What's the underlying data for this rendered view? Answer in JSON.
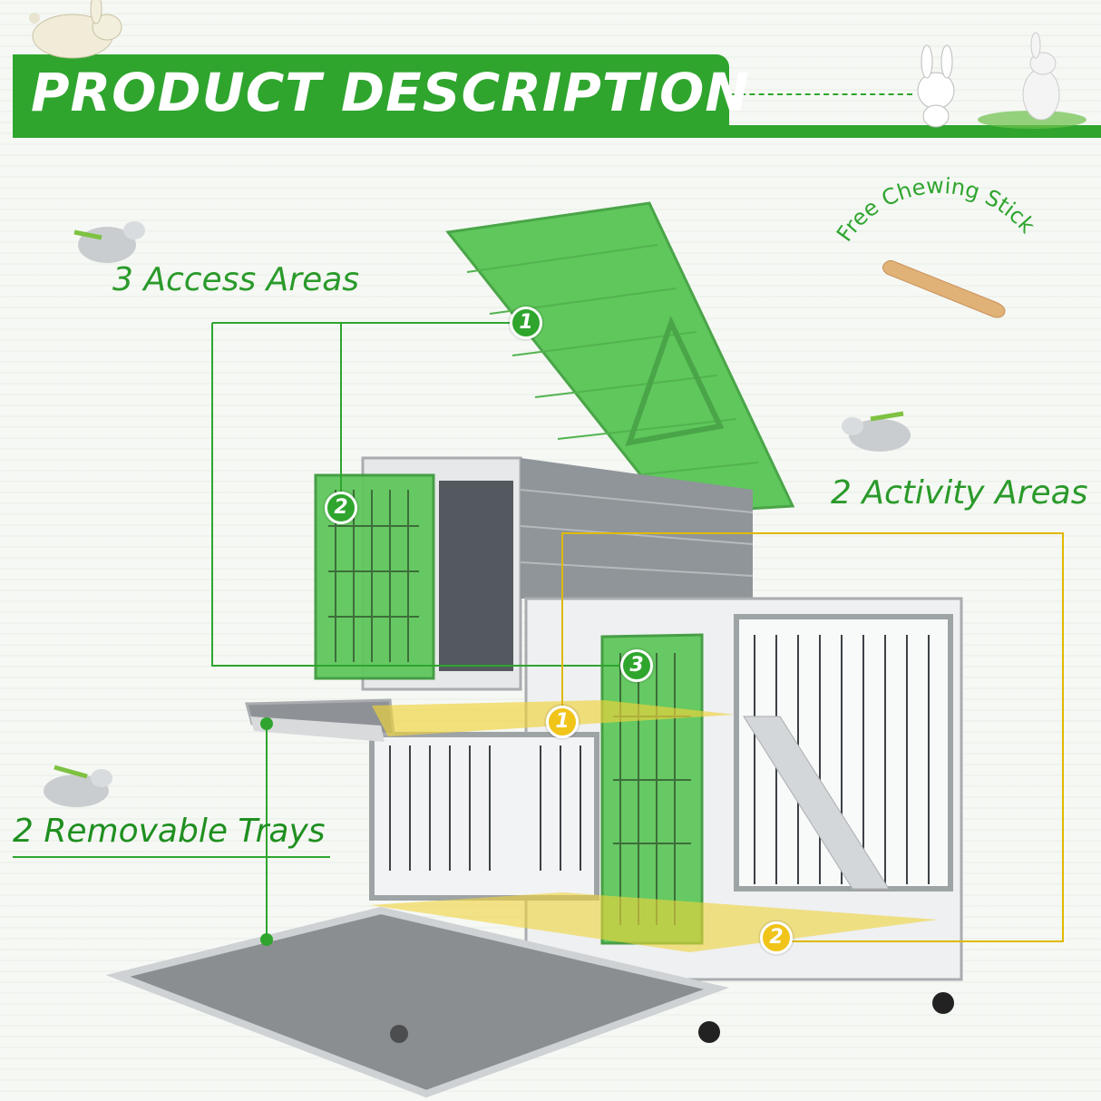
{
  "banner": {
    "title": "PRODUCT DESCRIPTION"
  },
  "callouts": {
    "access_areas": "3 Access Areas",
    "activity_areas": "2 Activity Areas",
    "removable_trays": "2 Removable Trays",
    "free_chewing_stick": "Free Chewing Stick"
  },
  "badges": {
    "access_1": "1",
    "access_2": "2",
    "access_3": "3",
    "activity_1": "1",
    "activity_2": "2"
  },
  "colors": {
    "brand_green": "#2fa52e",
    "highlight_yellow": "#f0c419",
    "roof_green": "#5fc75c",
    "frame_gray": "#9ea3a6"
  },
  "icons": [
    "bunny-sitting-icon",
    "bunny-hopping-icon",
    "bunny-cartoon-icon",
    "chewing-stick-icon"
  ]
}
